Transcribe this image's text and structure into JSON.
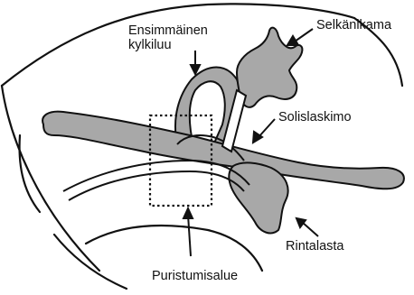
{
  "labels": {
    "first_rib_line1": "Ensimmäinen",
    "first_rib_line2": "kylkiluu",
    "spine": "Selkänikama",
    "collarbone": "Solislaskimo",
    "sternum": "Rintalasta",
    "compression_area": "Puristumisalue"
  },
  "colors": {
    "bone_fill": "#a8a8a8",
    "outline": "#111111",
    "background": "#ffffff"
  }
}
